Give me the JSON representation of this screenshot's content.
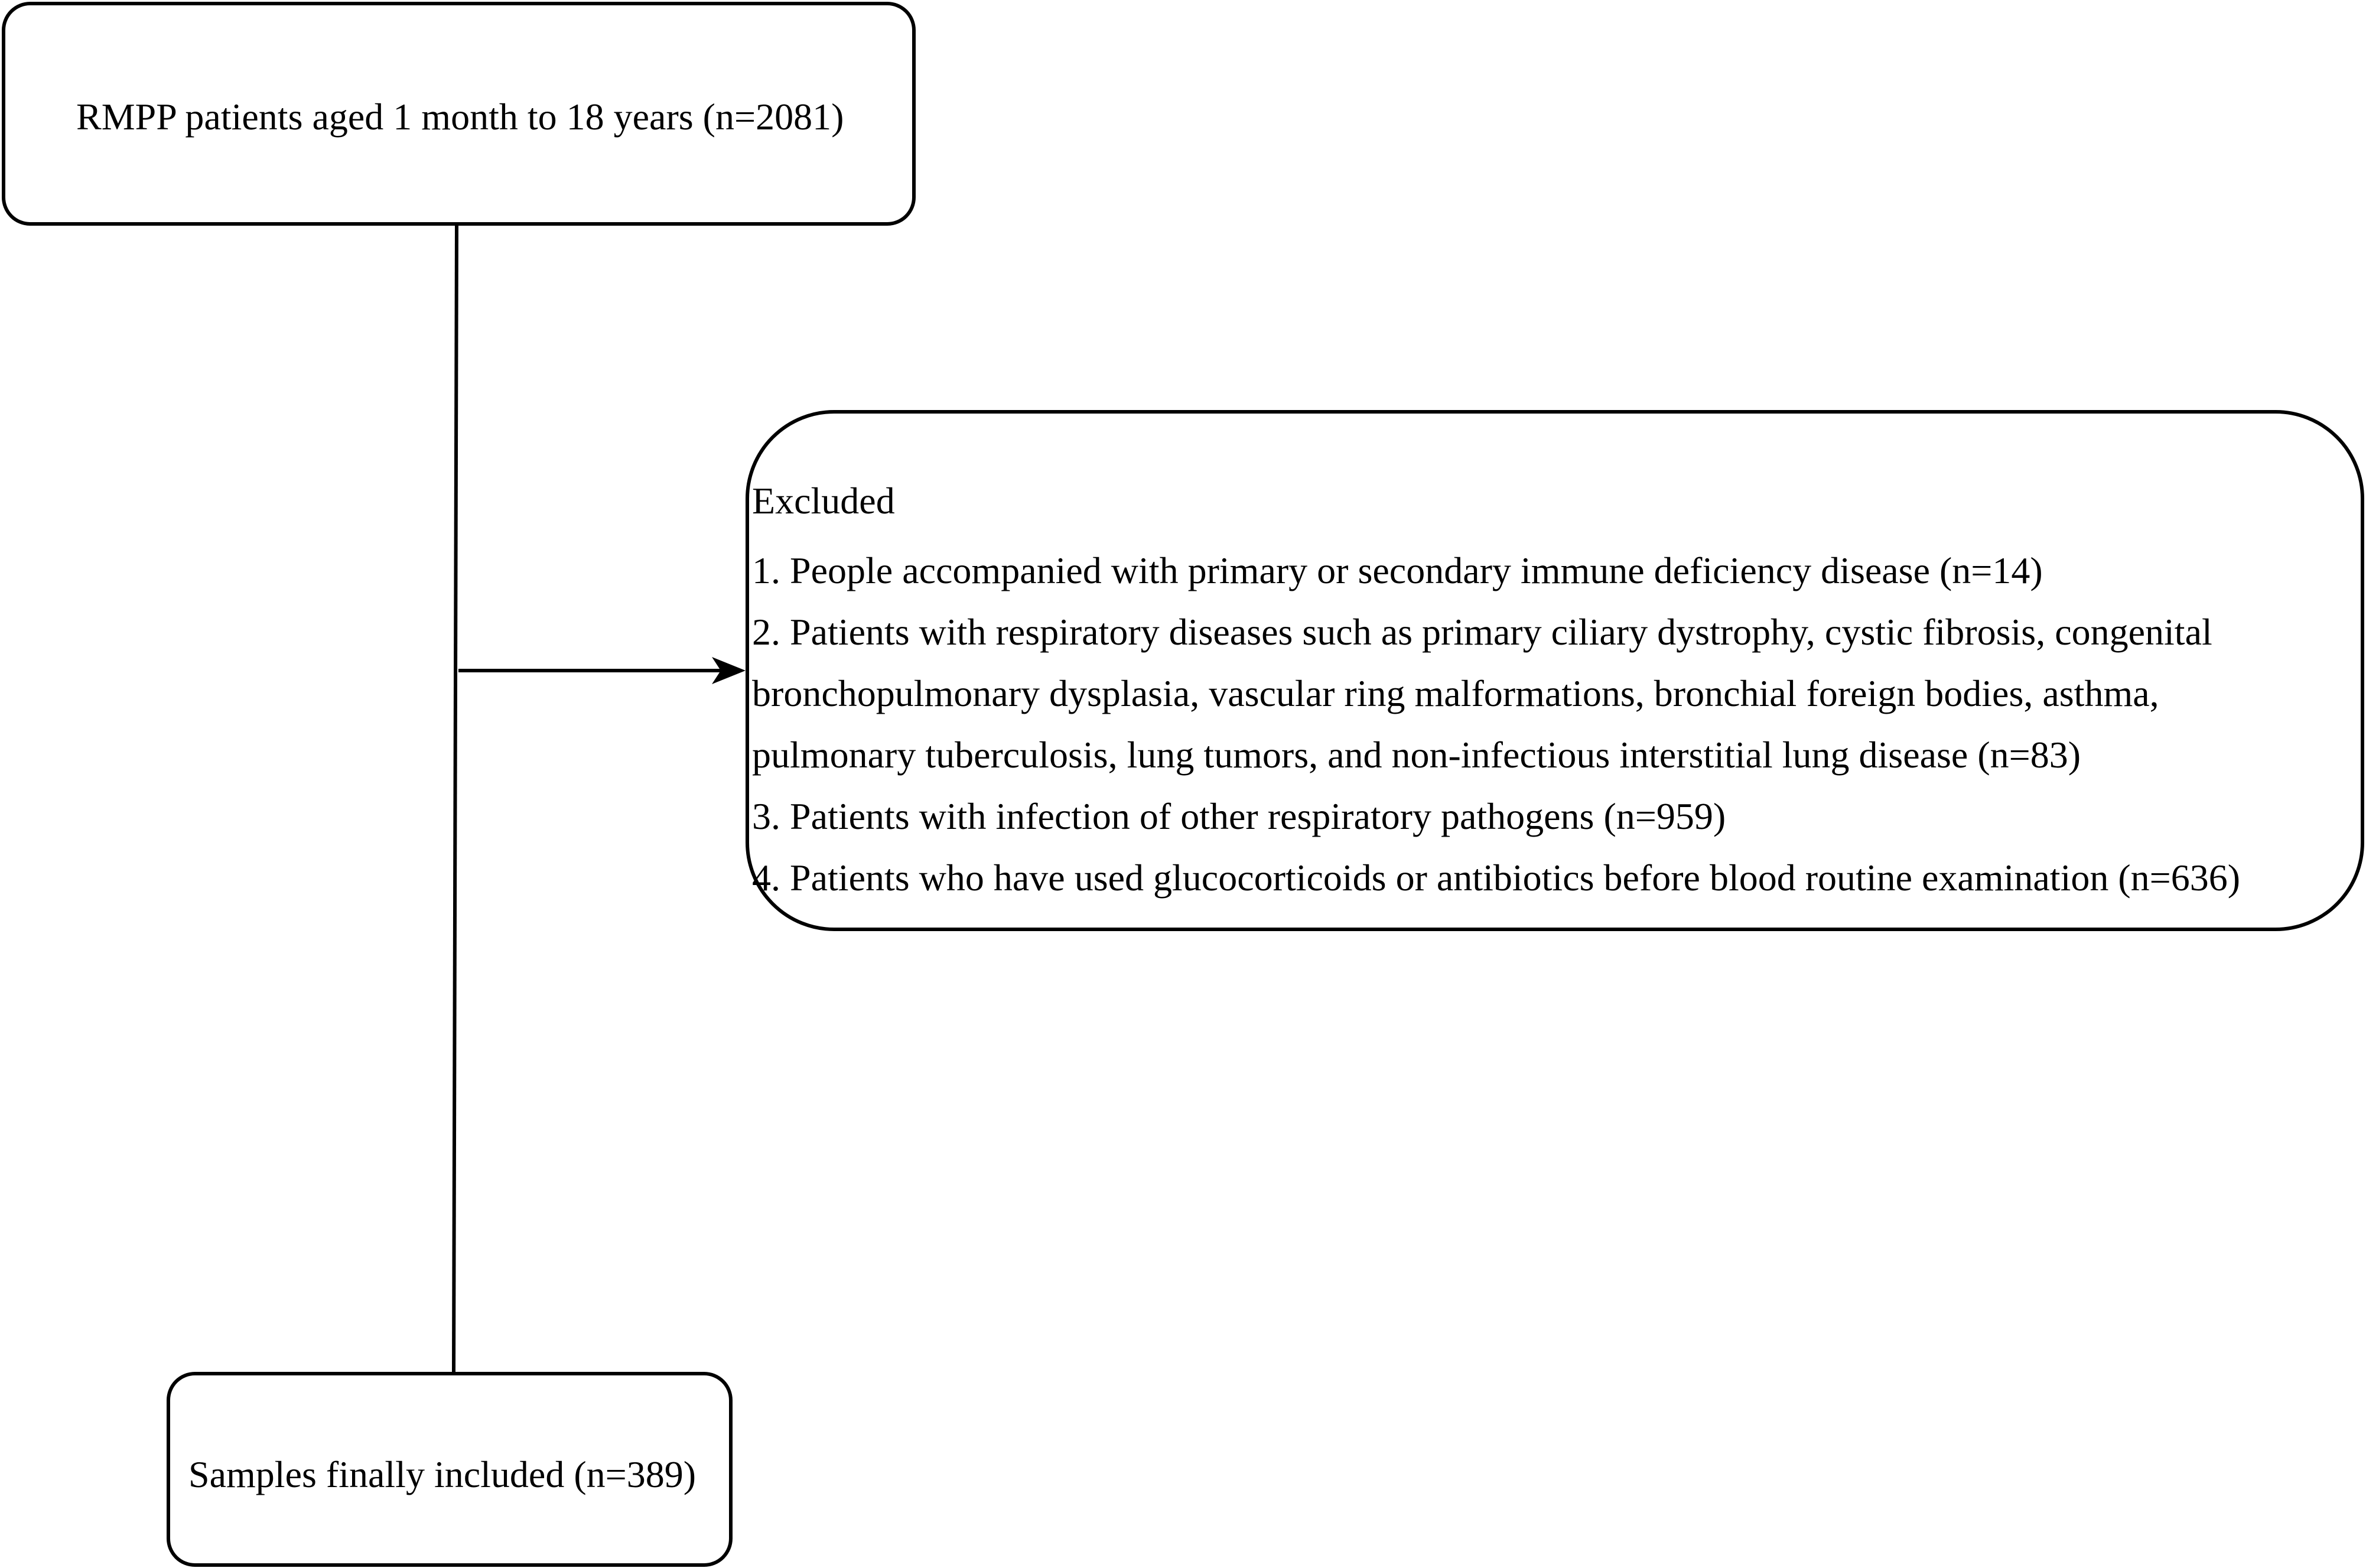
{
  "flowchart": {
    "start_box": {
      "text": "RMPP patients aged 1 month to 18 years (n=2081)"
    },
    "excluded_box": {
      "title": "Excluded",
      "criteria": [
        "1. People accompanied with primary or secondary immune deficiency disease (n=14)",
        "2. Patients with respiratory diseases such as primary ciliary dystrophy, cystic fibrosis, congenital",
        "bronchopulmonary dysplasia, vascular ring malformations, bronchial foreign bodies, asthma,",
        "pulmonary tuberculosis, lung tumors, and non-infectious interstitial lung disease (n=83)",
        "3. Patients with infection of other respiratory pathogens (n=959)",
        "4. Patients who have used glucocorticoids or antibiotics before blood routine examination (n=636)"
      ]
    },
    "final_box": {
      "text": "Samples finally included (n=389)"
    }
  },
  "colors": {
    "line": "#000000",
    "background": "#ffffff"
  }
}
